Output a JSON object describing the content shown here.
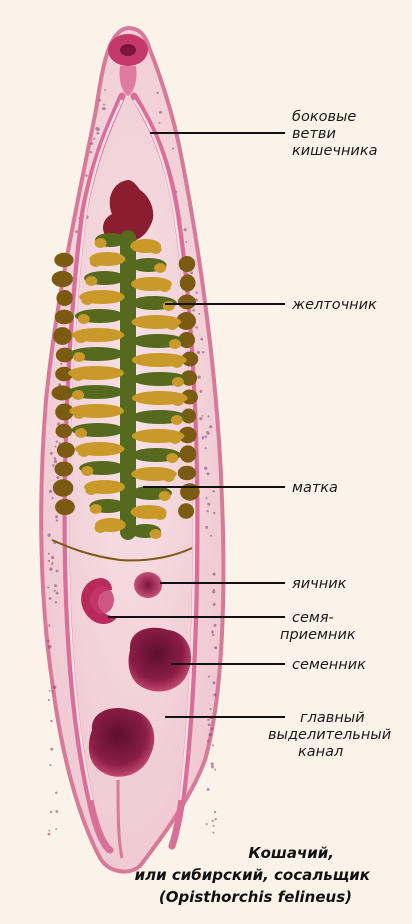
{
  "labels": {
    "lateral_branches": [
      "боковые",
      "ветви",
      "кишечника"
    ],
    "vitellarium": "желточник",
    "uterus": "матка",
    "ovary": "яичник",
    "seminal_receptacle": [
      "семя-",
      "приемник"
    ],
    "testis": "семенник",
    "excretory_canal": [
      "главный",
      "выделительный",
      "канал"
    ]
  },
  "caption": {
    "line1": "Кошачий,",
    "line2": "или сибирский, сосальщик",
    "line3": "(Opisthorchis felineus)"
  },
  "colors": {
    "background": "#fbf3ea",
    "body": "#f3d7dc",
    "body_outline": "#d77a9a",
    "intestine": "#d96f98",
    "vitellarium": "#7b5a12",
    "uterus_green": "#556a1e",
    "uterus_gold": "#c99a2a",
    "gonad": "#8a1d46",
    "leader": "#111111"
  }
}
